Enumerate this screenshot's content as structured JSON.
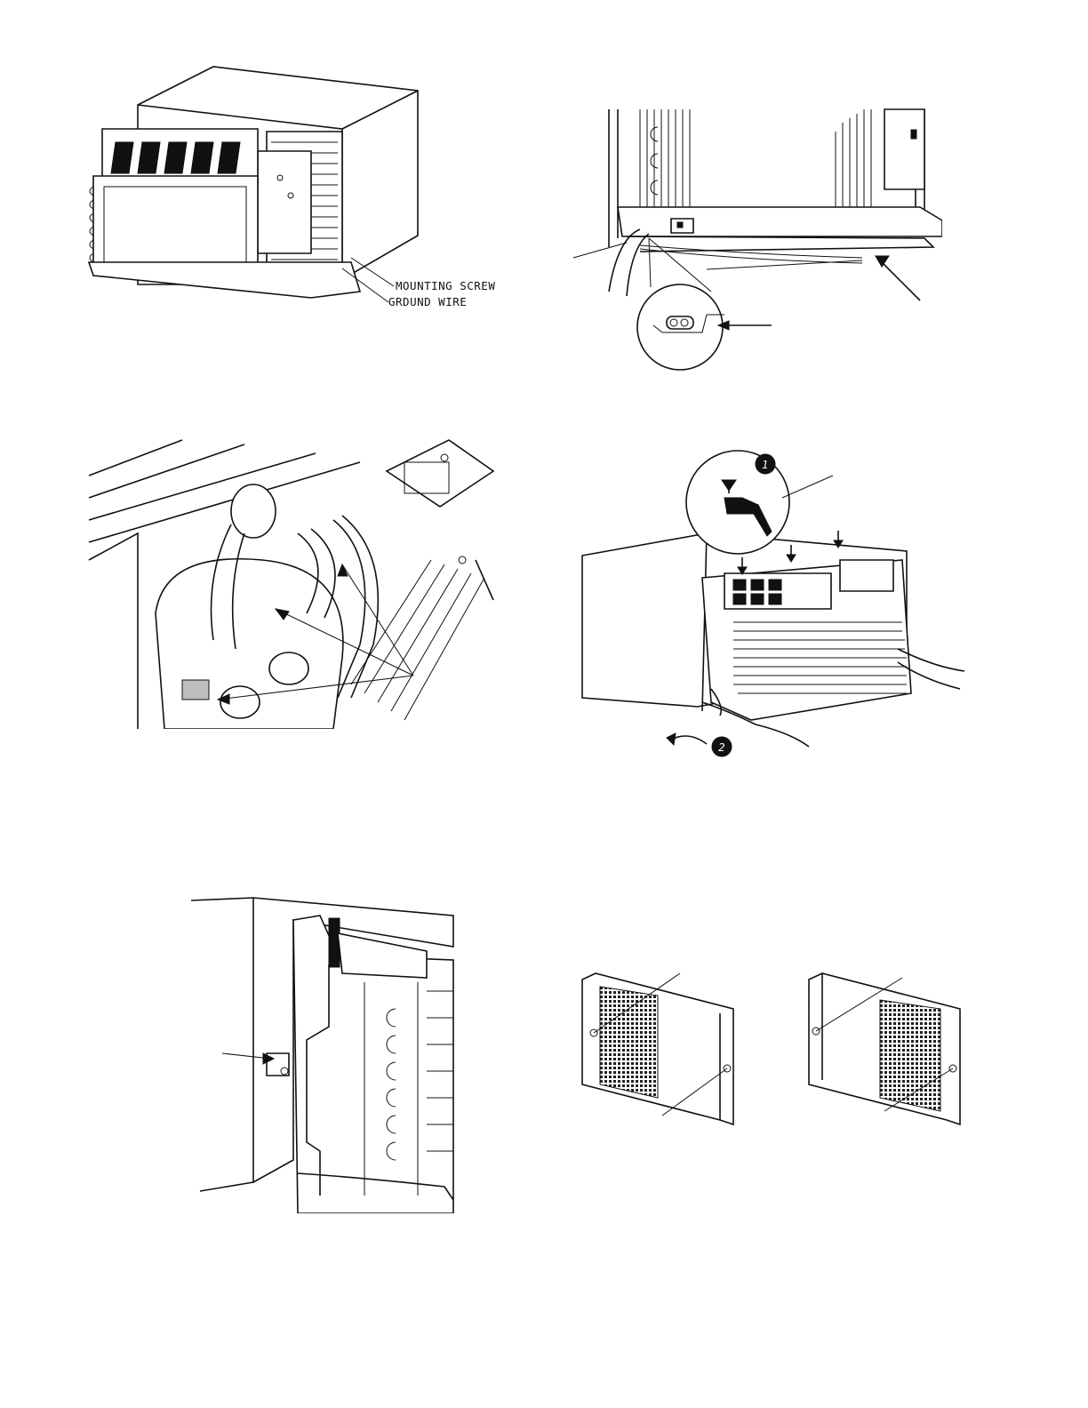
{
  "figure1": {
    "callouts": [
      "MOUNTING SCREW",
      "GRDUND WIRE"
    ]
  },
  "figure4": {
    "step_markers": [
      "1",
      "2"
    ]
  }
}
